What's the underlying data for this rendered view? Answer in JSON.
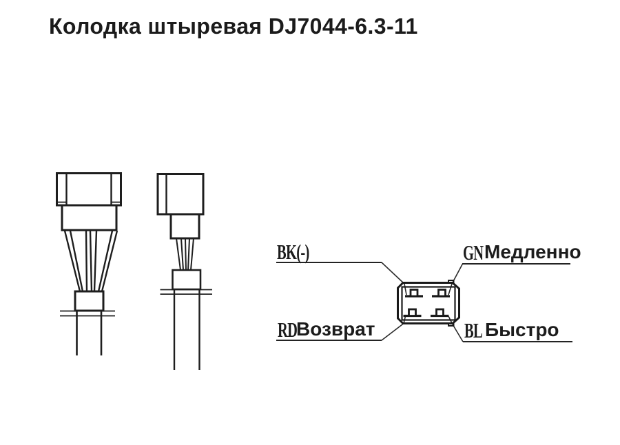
{
  "page": {
    "title": "Колодка штыревая DJ7044-6.3-11"
  },
  "pinout": {
    "pins": [
      {
        "code": "BK(-)",
        "name": "",
        "position": "top-left"
      },
      {
        "code": "GN",
        "name": "Медленно",
        "position": "top-right"
      },
      {
        "code": "RD",
        "name": "Возврат",
        "position": "bottom-left"
      },
      {
        "code": "BL",
        "name": "Быстро",
        "position": "bottom-right"
      }
    ]
  },
  "colors": {
    "line": "#1e1e1e",
    "text": "#1b1b1b",
    "background": "#ffffff"
  }
}
